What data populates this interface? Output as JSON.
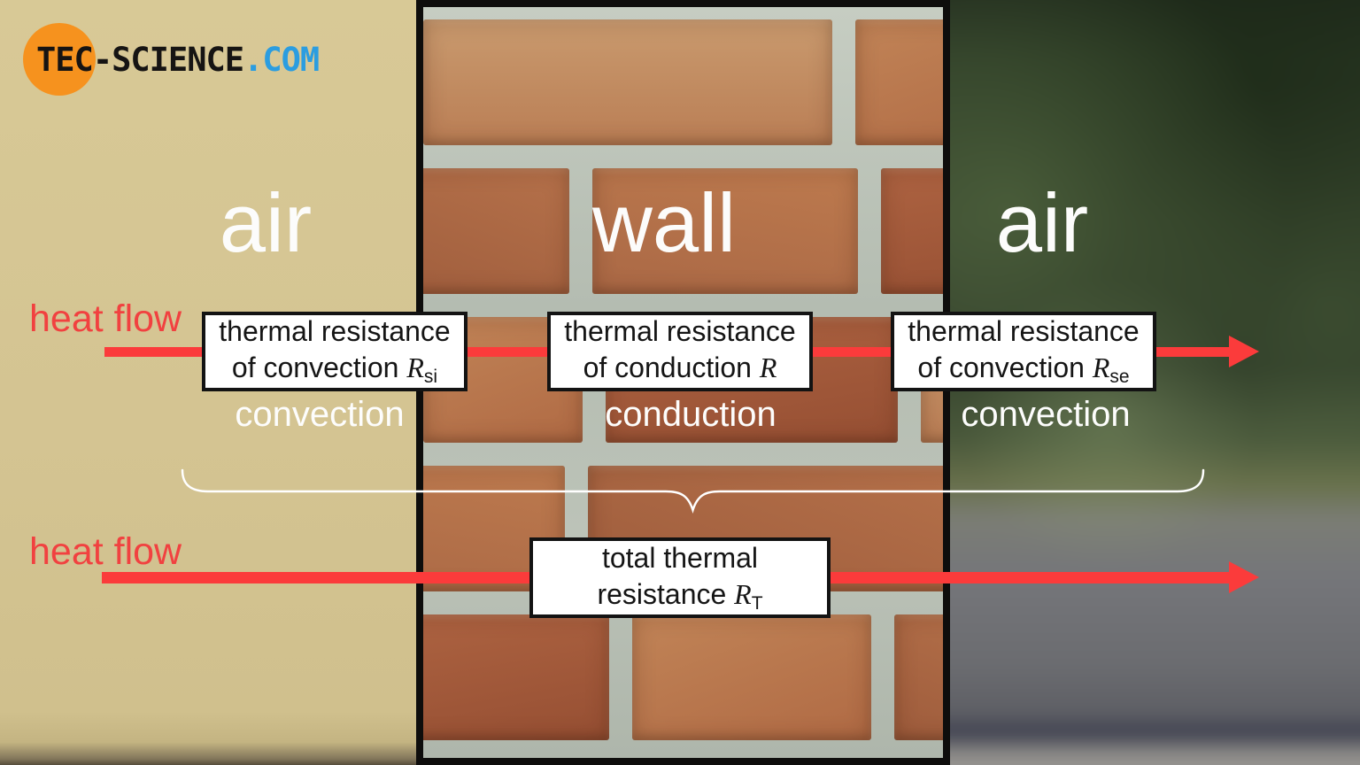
{
  "logo": {
    "brand": "TEC-SCIENCE",
    "tld": ".COM"
  },
  "regions": {
    "left_air": {
      "label": "air",
      "mechanism": "convection"
    },
    "wall": {
      "label": "wall",
      "mechanism": "conduction"
    },
    "right_air": {
      "label": "air",
      "mechanism": "convection"
    }
  },
  "heat_flow": {
    "top_label": "heat flow",
    "bottom_label": "heat flow"
  },
  "boxes": {
    "left": {
      "line1": "thermal resistance",
      "line2_prefix": "of convection ",
      "symbol": "R",
      "subscript": "si"
    },
    "middle": {
      "line1": "thermal resistance",
      "line2_prefix": "of conduction ",
      "symbol": "R",
      "subscript": ""
    },
    "right": {
      "line1": "thermal resistance",
      "line2_prefix": "of convection ",
      "symbol": "R",
      "subscript": "se"
    },
    "total": {
      "line1": "total thermal",
      "line2_prefix": "resistance ",
      "symbol": "R",
      "subscript": "T"
    }
  },
  "colors": {
    "arrow_red": "#fb3b3b",
    "heat_label_red": "#f14140",
    "logo_orange": "#f6921e",
    "logo_blue": "#2b9de0",
    "box_border_black": "#131313",
    "brace_white": "#ffffff",
    "indoor_wall_tan": "#d4c492"
  }
}
